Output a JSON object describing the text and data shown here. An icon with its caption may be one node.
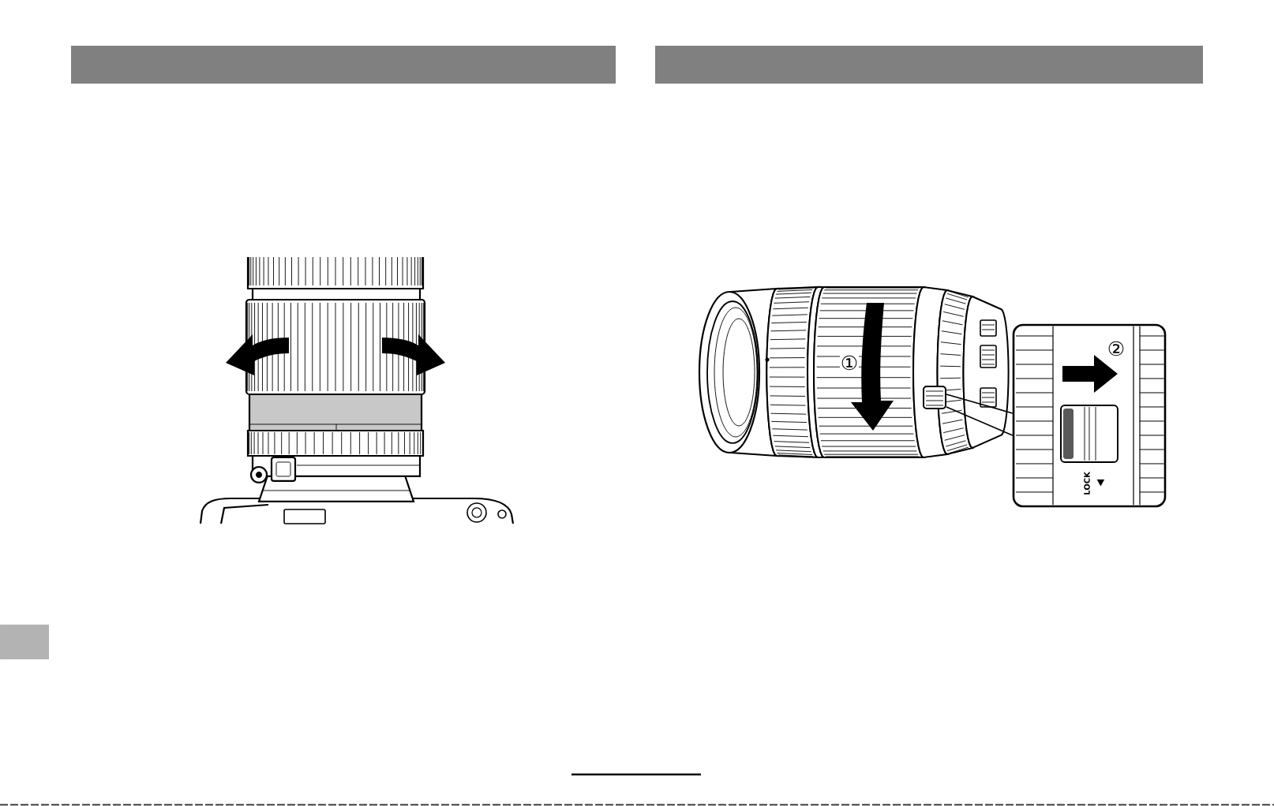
{
  "diagram": {
    "nodes": [
      {
        "text": [
          "②",
          "LOCK"
        ]
      },
      {
        "text": [],
        "shape": "picture"
      }
    ],
    "edges": [
      {
        "from": 0,
        "to": 1,
        "arrow": "none"
      },
      {
        "from": 0,
        "to": 1,
        "arrow": "none"
      }
    ],
    "labels": [
      "①"
    ]
  }
}
